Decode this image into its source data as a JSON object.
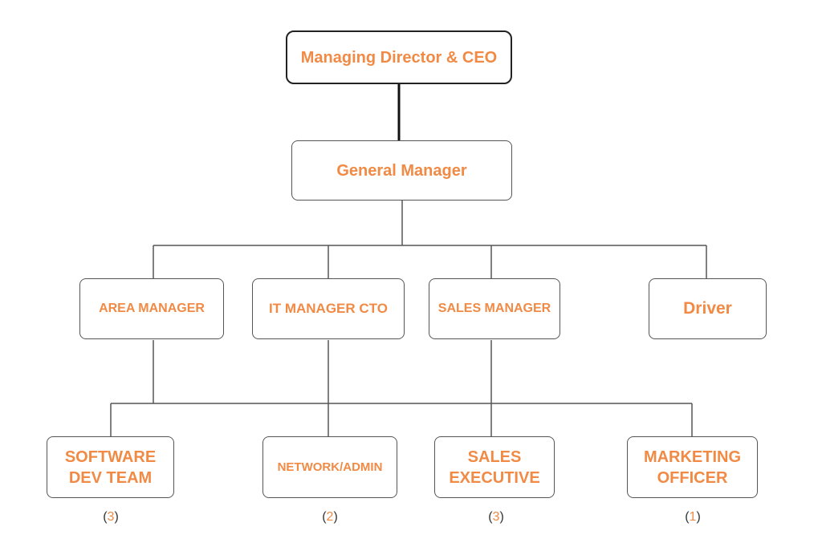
{
  "org_chart": {
    "level0": {
      "ceo": "Managing Director & CEO"
    },
    "level1": {
      "gm": "General Manager"
    },
    "level2": {
      "area_manager": "AREA MANAGER",
      "it_manager": "IT MANAGER CTO",
      "sales_manager": "SALES MANAGER",
      "driver": "Driver"
    },
    "level3": [
      {
        "label_line1": "SOFTWARE",
        "label_line2": "DEV TEAM",
        "count": "3"
      },
      {
        "label_line1": "NETWORK/ADMIN",
        "label_line2": "",
        "count": "2"
      },
      {
        "label_line1": "SALES",
        "label_line2": "EXECUTIVE",
        "count": "3"
      },
      {
        "label_line1": "MARKETING",
        "label_line2": "OFFICER",
        "count": "1"
      }
    ],
    "count_open": "(",
    "count_close": ")"
  },
  "colors": {
    "label": "#f08a45",
    "border": "#555555",
    "ceo_border": "#222222",
    "connector": "#555555"
  }
}
